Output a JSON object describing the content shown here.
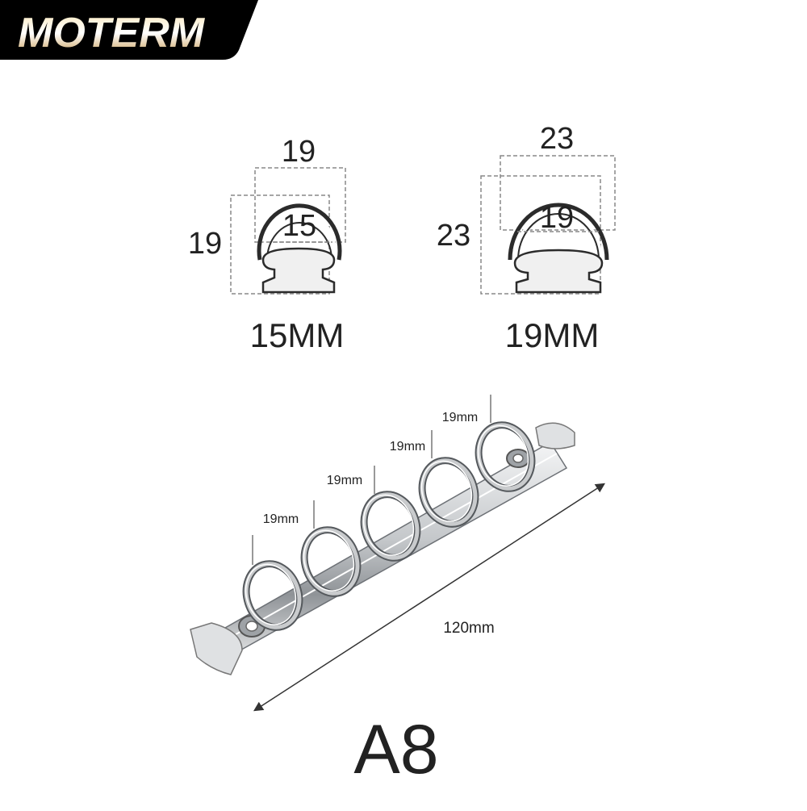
{
  "brand": {
    "name": "MOTERM",
    "tab_color": "#000000",
    "gold": "#e8c98c"
  },
  "ring_diagrams": [
    {
      "name": "15mm",
      "outer_width": "19",
      "outer_height": "19",
      "inner": "15",
      "caption": "15MM"
    },
    {
      "name": "19mm",
      "outer_width": "23",
      "outer_height": "23",
      "inner": "19",
      "caption": "19MM"
    }
  ],
  "mechanism": {
    "ring_spacing_labels": [
      "19mm",
      "19mm",
      "19mm",
      "19mm"
    ],
    "length_label": "120mm",
    "size_label": "A8",
    "metal_color": "#c9cbcd"
  }
}
